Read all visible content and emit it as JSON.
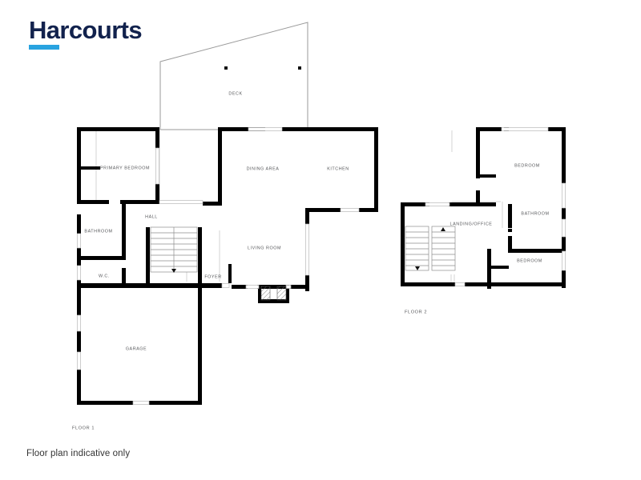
{
  "brand": {
    "name": "Harcourts",
    "accent_color": "#12224d",
    "rule_color": "#29a3e0"
  },
  "footer": {
    "note": "Floor plan indicative only"
  },
  "plan": {
    "background_color": "#ffffff",
    "wall_color": "#000000",
    "thin_line_color": "#9a9a9a",
    "label_color": "#56575a",
    "floors": [
      {
        "id": "floor-1",
        "label": "FLOOR 1",
        "rooms": [
          {
            "key": "deck",
            "label": "DECK"
          },
          {
            "key": "primary-bedroom",
            "label": "PRIMARY BEDROOM"
          },
          {
            "key": "dining-area",
            "label": "DINING AREA"
          },
          {
            "key": "kitchen",
            "label": "KITCHEN"
          },
          {
            "key": "hall",
            "label": "HALL"
          },
          {
            "key": "bathroom",
            "label": "BATHROOM"
          },
          {
            "key": "living-room",
            "label": "LIVING ROOM"
          },
          {
            "key": "wc",
            "label": "W.C."
          },
          {
            "key": "foyer",
            "label": "FOYER"
          },
          {
            "key": "garage",
            "label": "GARAGE"
          }
        ]
      },
      {
        "id": "floor-2",
        "label": "FLOOR 2",
        "rooms": [
          {
            "key": "bedroom-upper",
            "label": "BEDROOM"
          },
          {
            "key": "bathroom-upper",
            "label": "BATHROOM"
          },
          {
            "key": "landing-office",
            "label": "LANDING/OFFICE"
          },
          {
            "key": "bedroom-lower",
            "label": "BEDROOM"
          }
        ]
      }
    ]
  }
}
